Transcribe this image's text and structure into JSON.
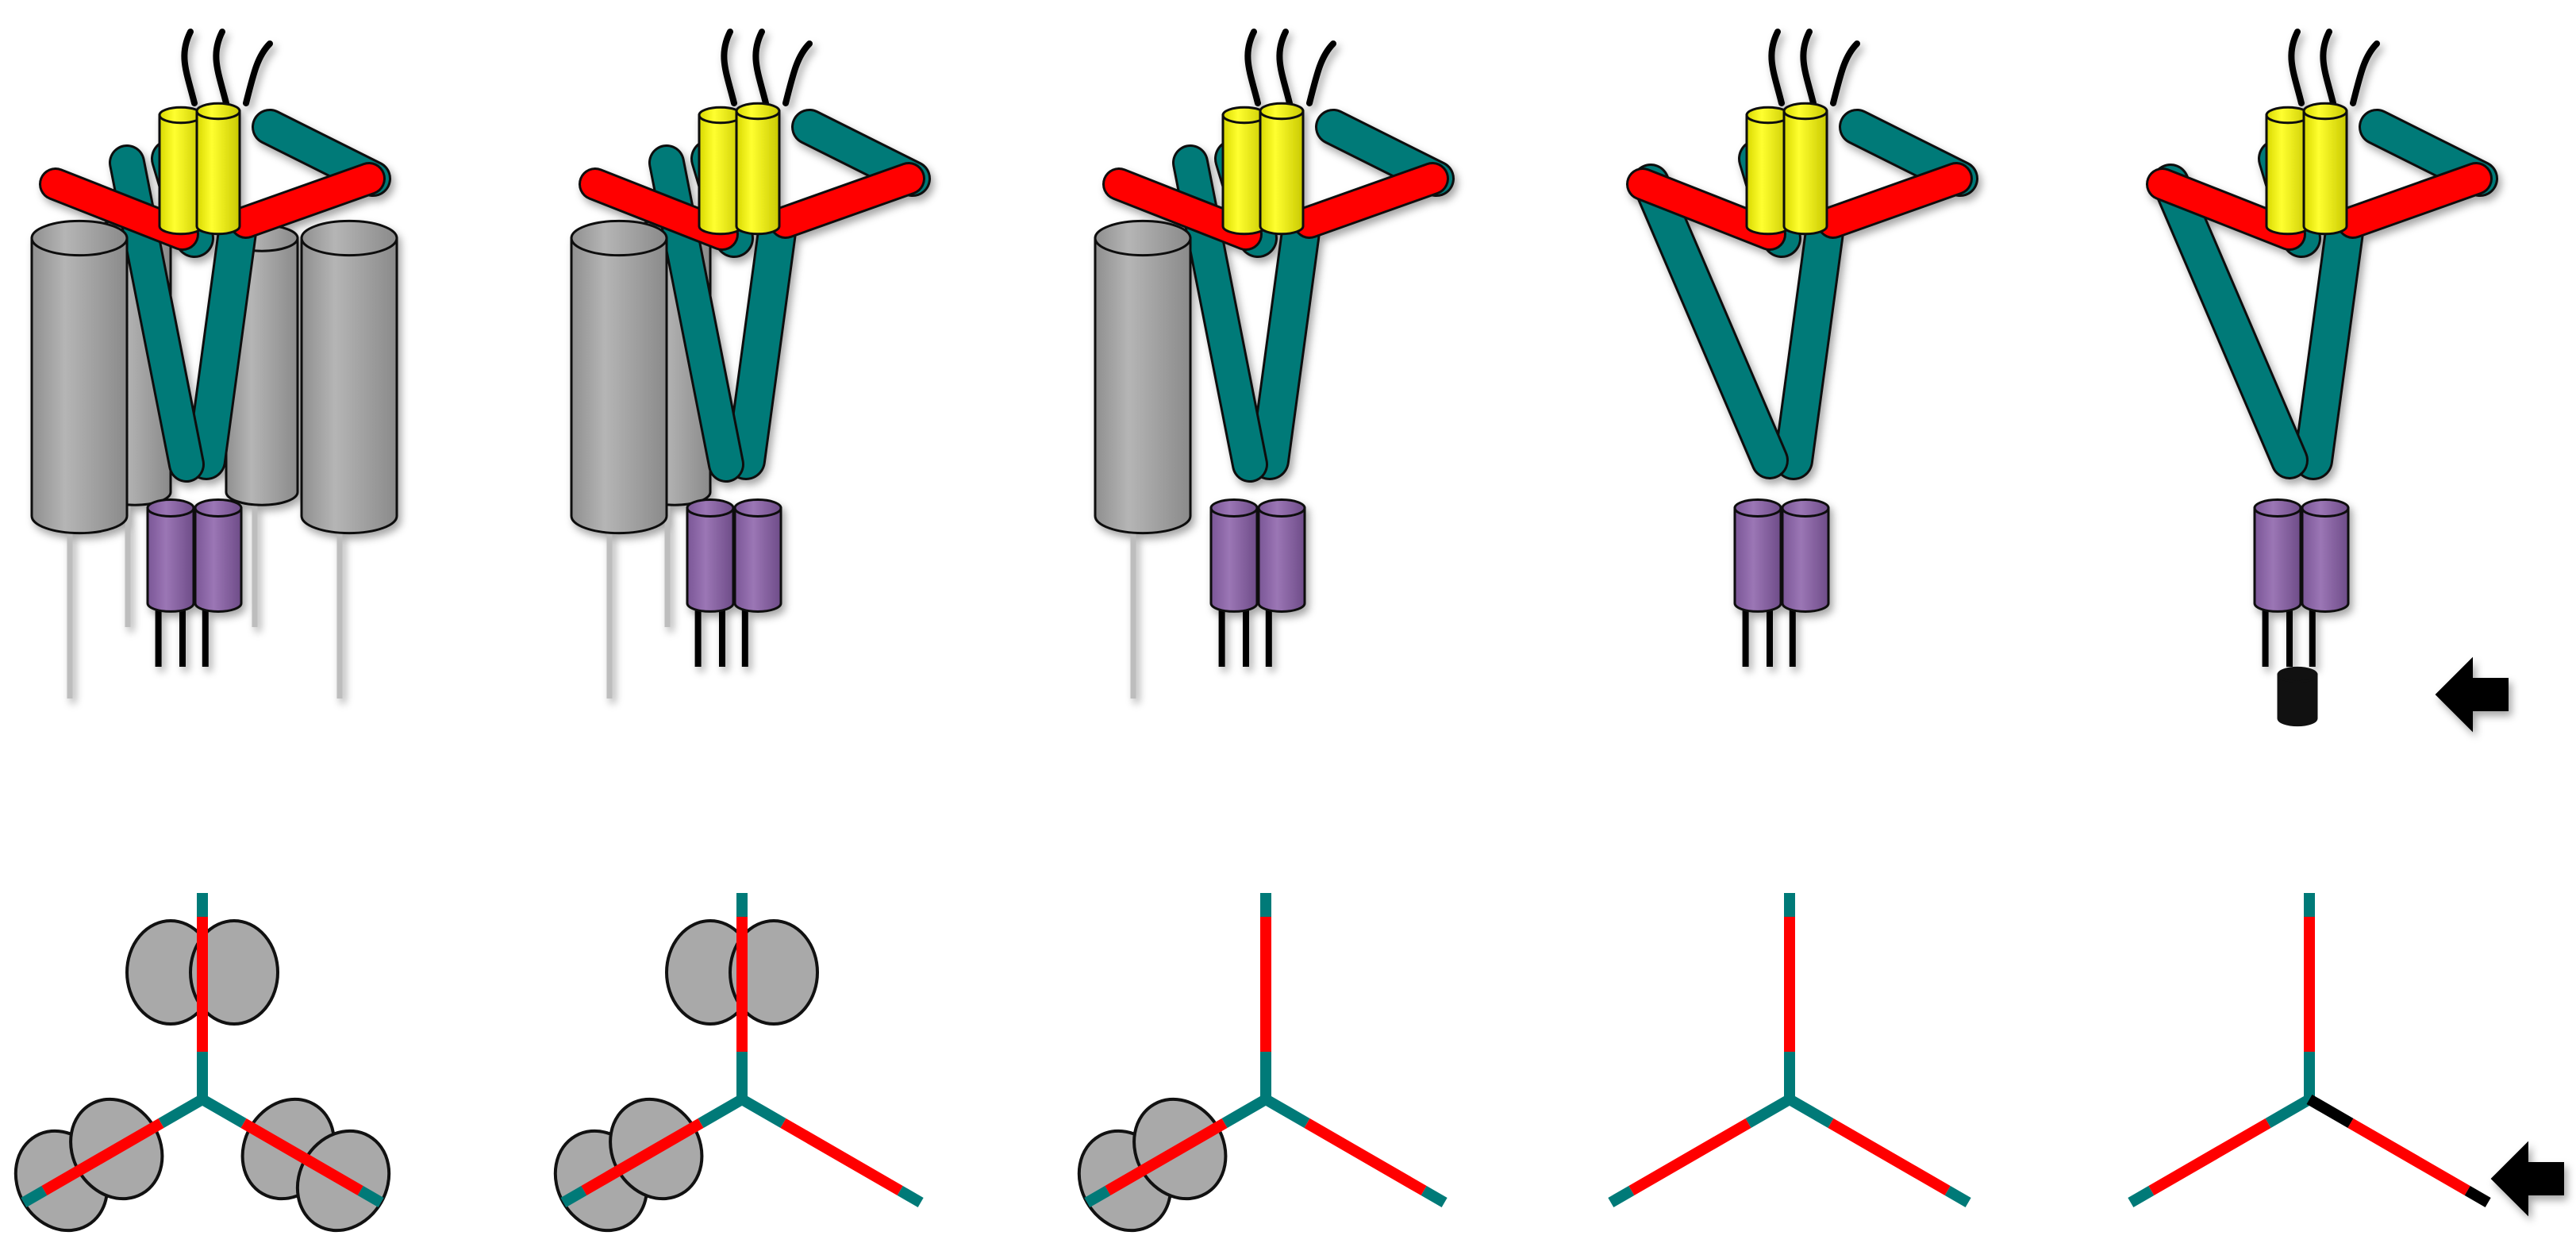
{
  "figure": {
    "stage_count": 5,
    "stages": [
      {
        "subunits": 3,
        "partners_bound": 3,
        "arrow": false
      },
      {
        "subunits": 3,
        "partners_bound": 2,
        "arrow": false
      },
      {
        "subunits": 3,
        "partners_bound": 1,
        "arrow": false
      },
      {
        "subunits": 3,
        "partners_bound": 0,
        "arrow": false
      },
      {
        "subunits": 3,
        "partners_bound": 0,
        "arrow": true
      }
    ],
    "colors": {
      "background": "#ffffff",
      "pore_yellow": "#ffff00",
      "linker_red": "#ff0000",
      "arm_teal": "#007a78",
      "domain_purple": "#8e67a8",
      "partner_gray": "#a9a9a9",
      "outline": "#111111",
      "tail_black": "#000000",
      "tail_gray": "#bdbdbd"
    },
    "icons": [
      "arrow-left-icon",
      "cap-block-icon"
    ]
  }
}
